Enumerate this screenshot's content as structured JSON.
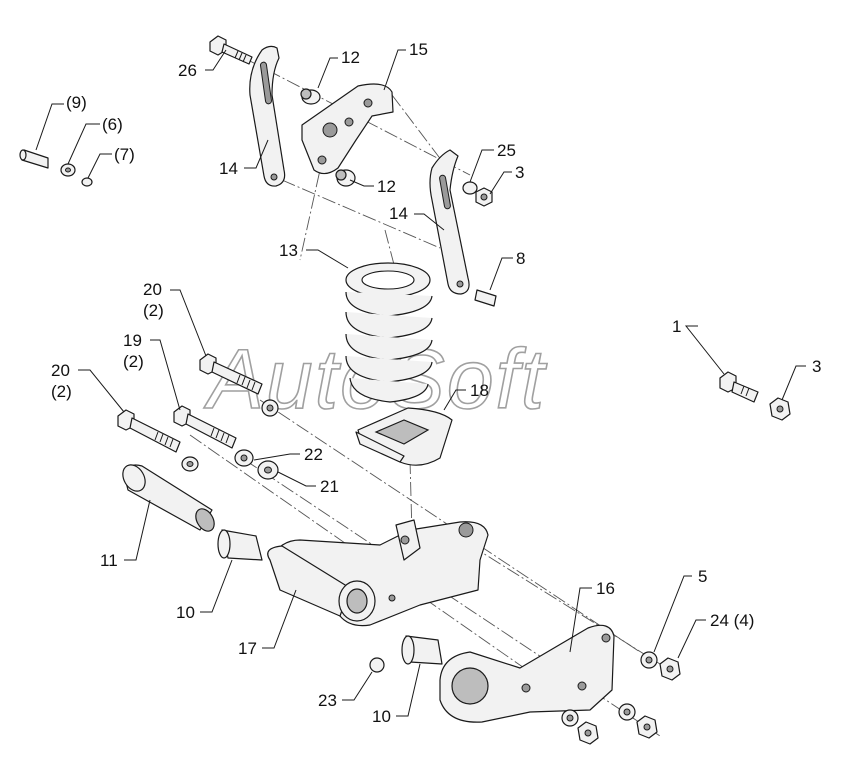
{
  "watermark": "AutoSoft",
  "callouts": {
    "c26": "26",
    "c12a": "12",
    "c15": "15",
    "c9": "(9)",
    "c6": "(6)",
    "c7": "(7)",
    "c14a": "14",
    "c12b": "12",
    "c25": "25",
    "c3a": "3",
    "c14b": "14",
    "c8": "8",
    "c13": "13",
    "c20a": "20",
    "c20a_qty": "(2)",
    "c1": "1",
    "c3b": "3",
    "c19": "19",
    "c19_qty": "(2)",
    "c20b": "20",
    "c20b_qty": "(2)",
    "c18": "18",
    "c22": "22",
    "c21": "21",
    "c11": "11",
    "c16": "16",
    "c5": "5",
    "c24": "24 (4)",
    "c10a": "10",
    "c17": "17",
    "c23": "23",
    "c10b": "10"
  }
}
